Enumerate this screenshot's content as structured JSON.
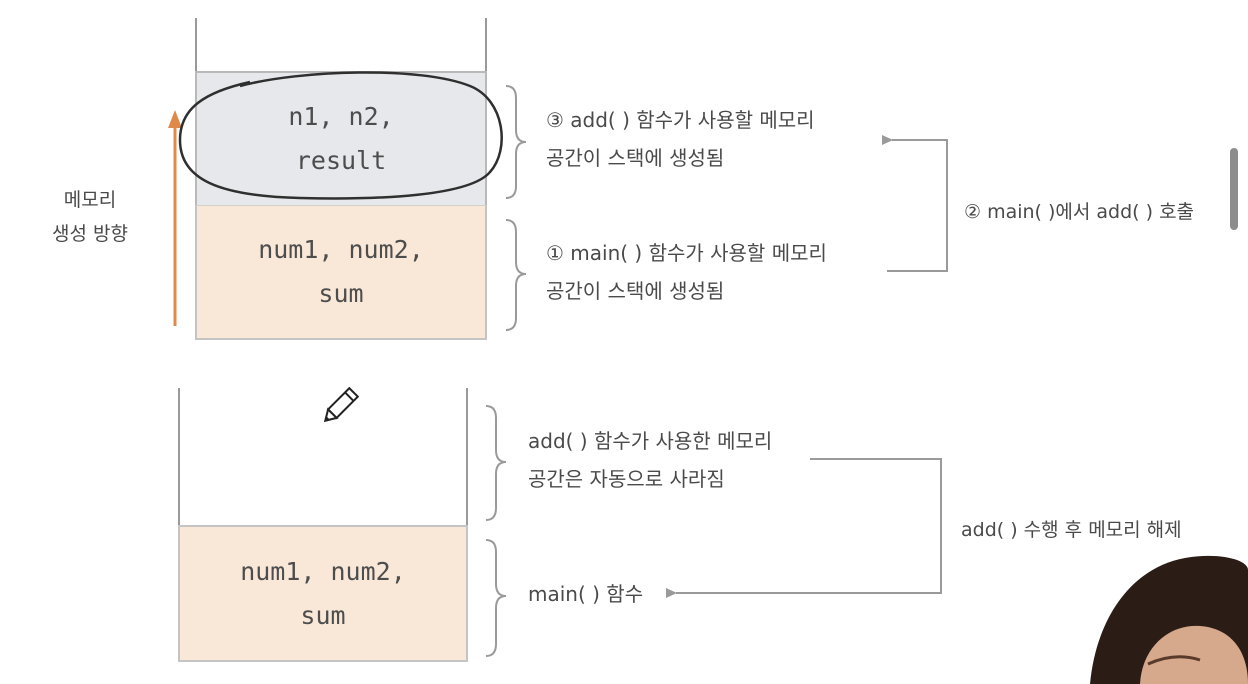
{
  "side_label": {
    "line1": "메모리",
    "line2": "생성 방향"
  },
  "top_stack": {
    "add_frame": {
      "line1": "n1, n2,",
      "line2": "result"
    },
    "main_frame": {
      "line1": "num1, num2,",
      "line2": "sum"
    }
  },
  "top_notes": {
    "add_note": {
      "line1": "③ add( ) 함수가 사용할 메모리",
      "line2": "공간이 스택에 생성됨"
    },
    "main_note": {
      "line1": "① main( ) 함수가 사용할 메모리",
      "line2": "공간이 스택에 생성됨"
    },
    "call_label": "② main( )에서 add( ) 호출"
  },
  "bottom_stack": {
    "main_frame": {
      "line1": "num1, num2,",
      "line2": "sum"
    }
  },
  "bottom_notes": {
    "freed_note": {
      "line1": "add( ) 함수가 사용한 메모리",
      "line2": "공간은 자동으로 사라짐"
    },
    "main_label": "main( ) 함수",
    "release_label": "add( ) 수행 후 메모리 해제"
  },
  "colors": {
    "add_frame_fill": "#e7e8ec",
    "main_frame_fill": "#f9e8d8",
    "growth_arrow": "#e08a4a",
    "connector": "#9a9a9a"
  },
  "icons": [
    "pencil-cursor-icon"
  ]
}
